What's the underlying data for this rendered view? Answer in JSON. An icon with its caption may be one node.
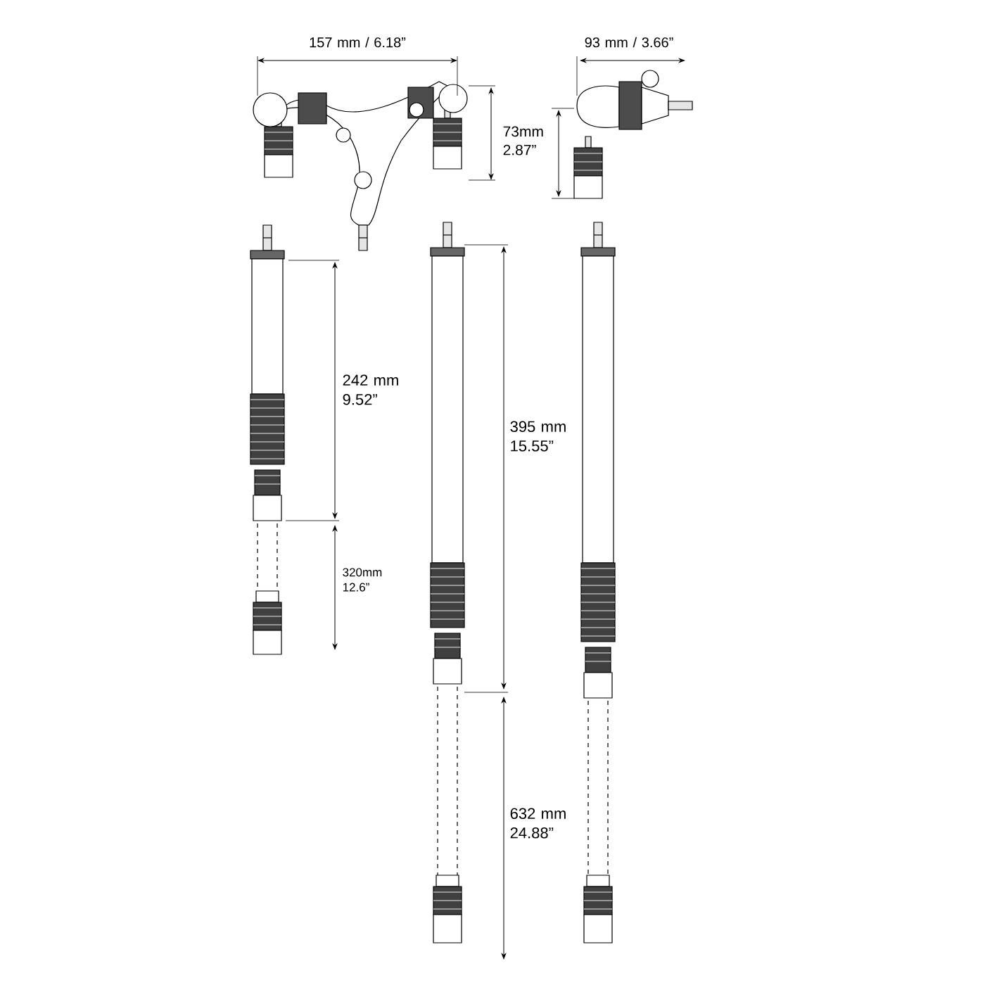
{
  "diagram": {
    "labels": [
      "157 mm / 6.18”",
      "93 mm / 3.66”",
      "73mm 2.87”",
      "242 mm 9.52”",
      "395 mm 15.55”",
      "320mm 12.6”",
      "632 mm 24.88”"
    ]
  }
}
